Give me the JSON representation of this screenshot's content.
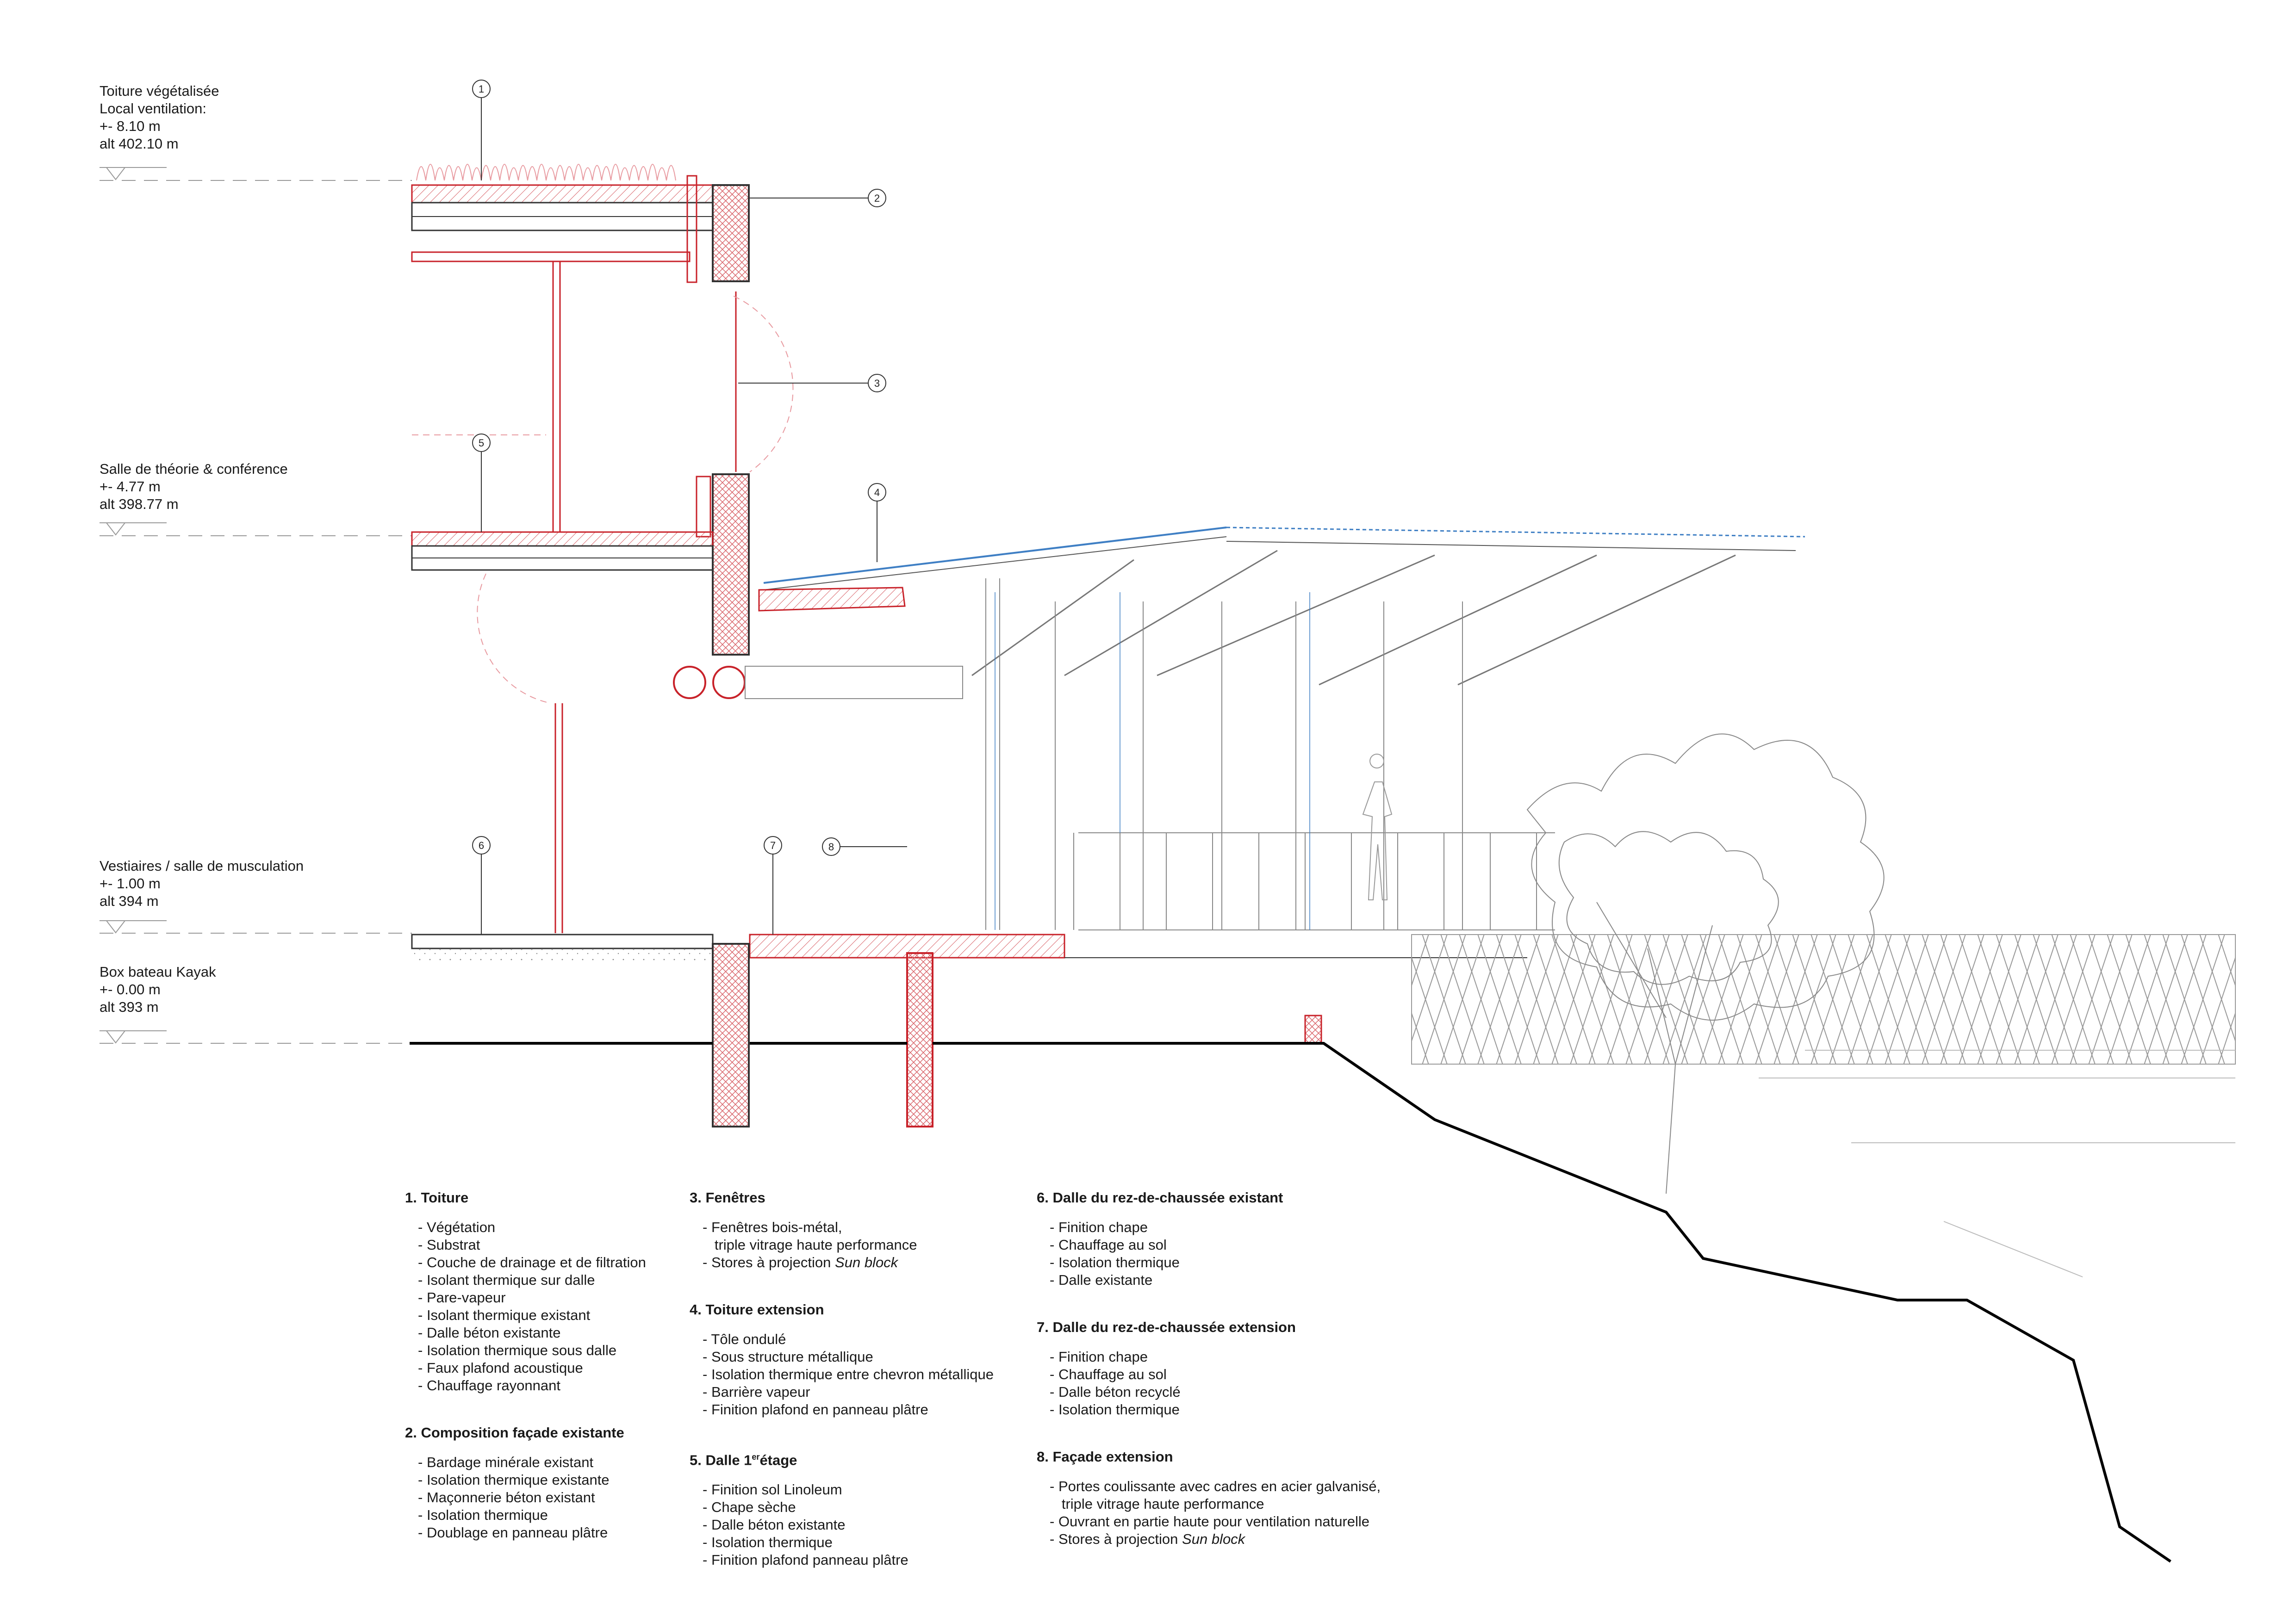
{
  "levels": [
    {
      "id": "roof",
      "lines": [
        "Toiture végétalisée",
        "Local ventilation:",
        "+- 8.10 m",
        "alt 402.10 m"
      ]
    },
    {
      "id": "first",
      "lines": [
        "Salle de théorie & conférence",
        "+- 4.77 m",
        "alt 398.77 m"
      ]
    },
    {
      "id": "ground",
      "lines": [
        "Vestiaires / salle de musculation",
        "+- 1.00 m",
        "alt 394 m"
      ]
    },
    {
      "id": "kayak",
      "lines": [
        "Box bateau Kayak",
        "+- 0.00 m",
        "alt 393 m"
      ]
    }
  ],
  "callouts": [
    "1",
    "2",
    "3",
    "4",
    "5",
    "6",
    "7",
    "8"
  ],
  "legend": [
    {
      "title": "1. Toiture",
      "items": [
        "Végétation",
        "Substrat",
        "Couche de drainage et de filtration",
        "Isolant thermique sur dalle",
        "Pare-vapeur",
        "Isolant thermique existant",
        "Dalle béton existante",
        "Isolation thermique sous dalle",
        "Faux plafond acoustique",
        "Chauffage rayonnant"
      ]
    },
    {
      "title": "2. Composition façade existante",
      "items": [
        "Bardage minérale existant",
        "Isolation thermique existante",
        "Maçonnerie béton existant",
        "Isolation thermique",
        "Doublage en panneau plâtre"
      ]
    },
    {
      "title": "3. Fenêtres",
      "items": [
        "Fenêtres bois-métal,",
        "triple vitrage haute performance",
        "Stores à projection"
      ],
      "italic_suffix": "Sun block"
    },
    {
      "title": "4. Toiture extension",
      "items": [
        "Tôle ondulé",
        "Sous structure métallique",
        "Isolation thermique entre chevron métallique",
        "Barrière vapeur",
        "Finition plafond en panneau plâtre"
      ]
    },
    {
      "title_main": "5. Dalle 1",
      "title_sup": "er",
      "title_end": "étage",
      "items": [
        "Finition sol Linoleum",
        "Chape sèche",
        "Dalle béton existante",
        "Isolation thermique",
        "Finition plafond panneau plâtre"
      ]
    },
    {
      "title": "6. Dalle du rez-de-chaussée existant",
      "items": [
        "Finition chape",
        "Chauffage au sol",
        "Isolation thermique",
        "Dalle existante"
      ]
    },
    {
      "title": "7. Dalle du rez-de-chaussée extension",
      "items": [
        "Finition chape",
        "Chauffage au sol",
        "Dalle béton recyclé",
        "Isolation thermique"
      ]
    },
    {
      "title": "8. Façade extension",
      "items": [
        "Portes coulissante avec cadres en acier galvanisé,",
        "triple vitrage haute performance",
        "Ouvrant en partie haute pour ventilation naturelle",
        "Stores à projection"
      ],
      "italic_suffix": "Sun block"
    }
  ],
  "colors": {
    "section_red": "#c8222a",
    "light_red": "#e89aa0",
    "blue": "#3f7fc4",
    "line": "#333333",
    "grey": "#9a9a9a"
  }
}
